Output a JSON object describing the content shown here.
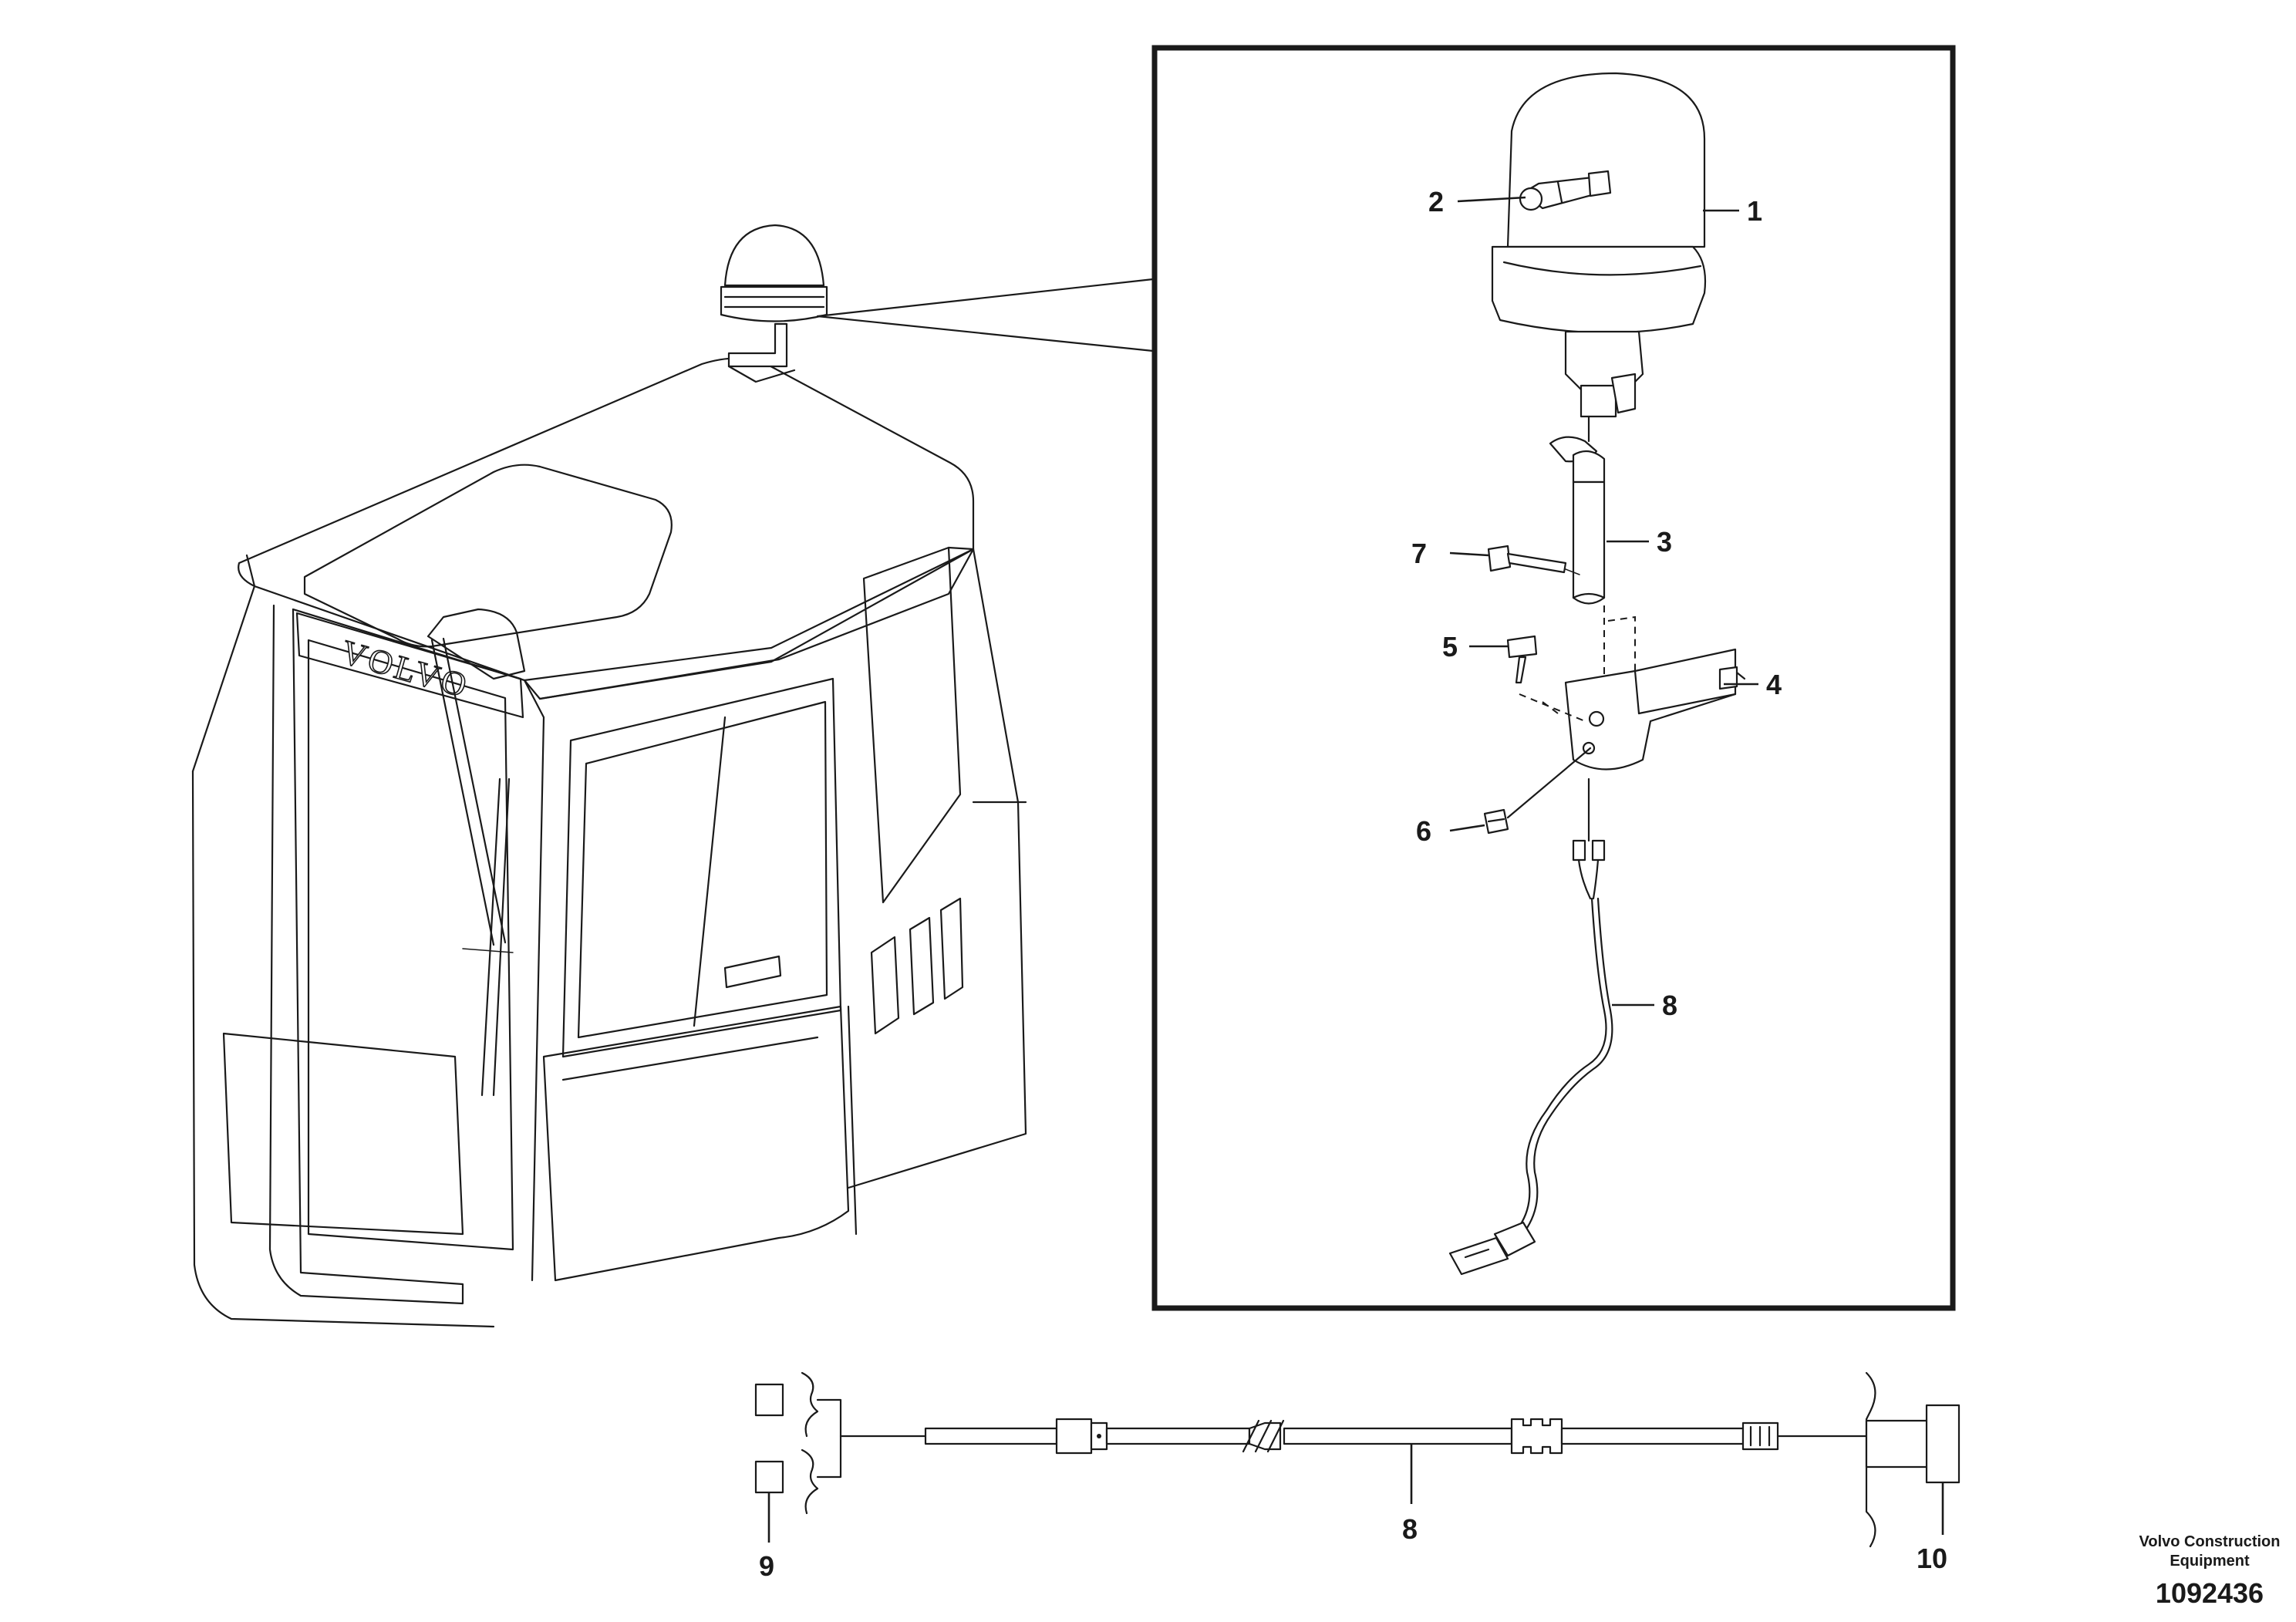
{
  "callouts": {
    "c1": "1",
    "c2": "2",
    "c3": "3",
    "c4": "4",
    "c5": "5",
    "c6": "6",
    "c7": "7",
    "c8": "8",
    "c8b": "8",
    "c9": "9",
    "c10": "10"
  },
  "cab": {
    "brand": "VOLVO"
  },
  "footer": {
    "company_line1": "Volvo Construction",
    "company_line2": "Equipment",
    "drawing_number": "1092436"
  }
}
